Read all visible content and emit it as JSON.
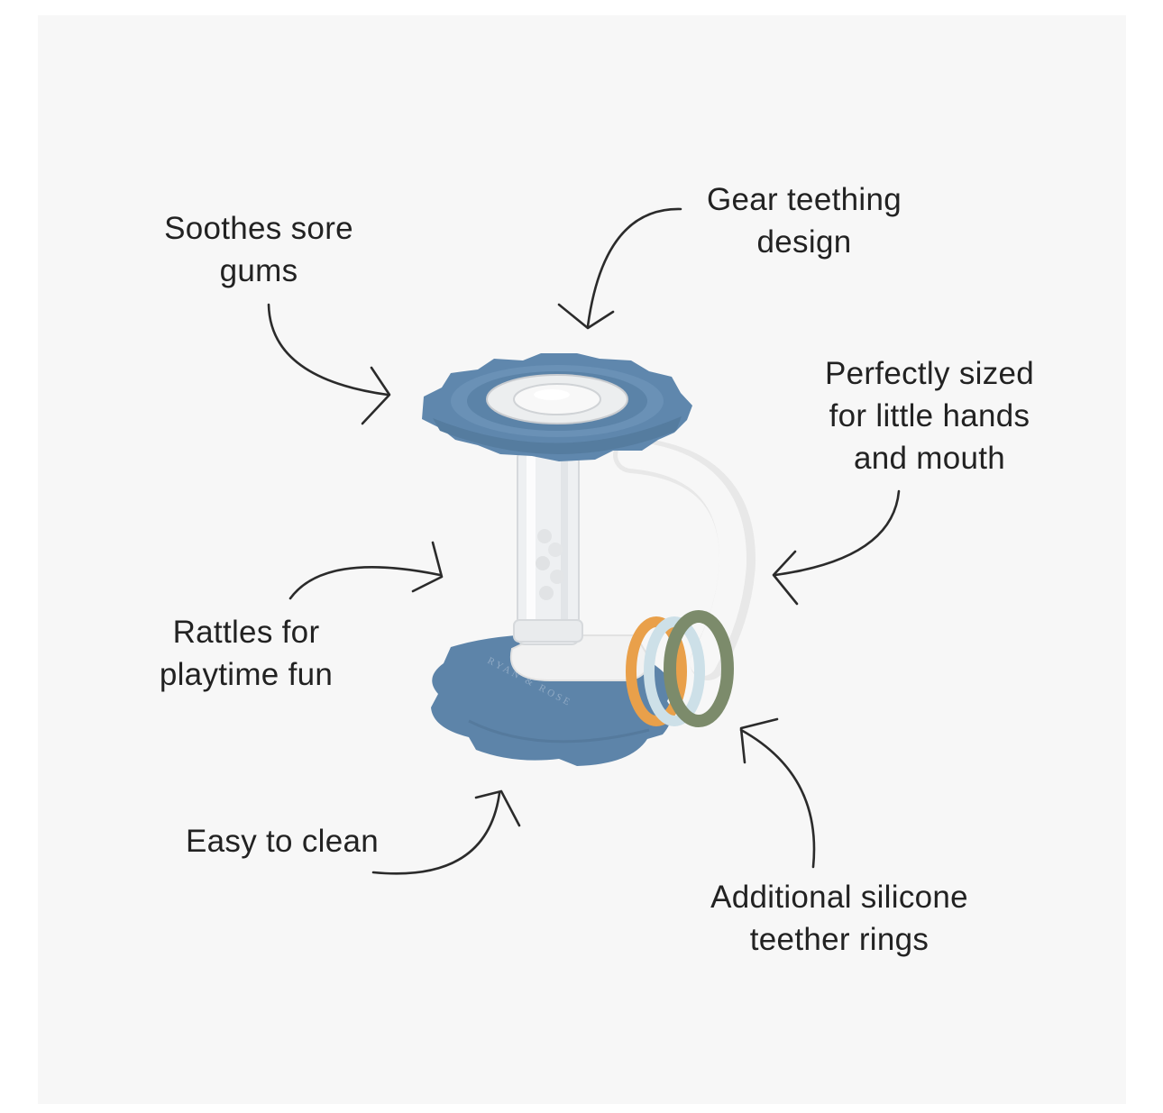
{
  "callouts": {
    "soothes": [
      "Soothes sore",
      "gums"
    ],
    "gear": [
      "Gear teething",
      "design"
    ],
    "sized": [
      "Perfectly sized",
      "for little hands",
      "and mouth"
    ],
    "rattles": [
      "Rattles for",
      "playtime fun"
    ],
    "clean": [
      "Easy to clean"
    ],
    "rings": [
      "Additional silicone",
      "teether rings"
    ]
  },
  "product": {
    "logo_text": "RYAN & ROSE",
    "colors": {
      "gear_blue": "#5f87ad",
      "handle_white": "#f4f4f4",
      "ring_orange": "#e9a04a",
      "ring_light_blue": "#cfe1e8",
      "ring_green": "#7d8c6c"
    }
  }
}
